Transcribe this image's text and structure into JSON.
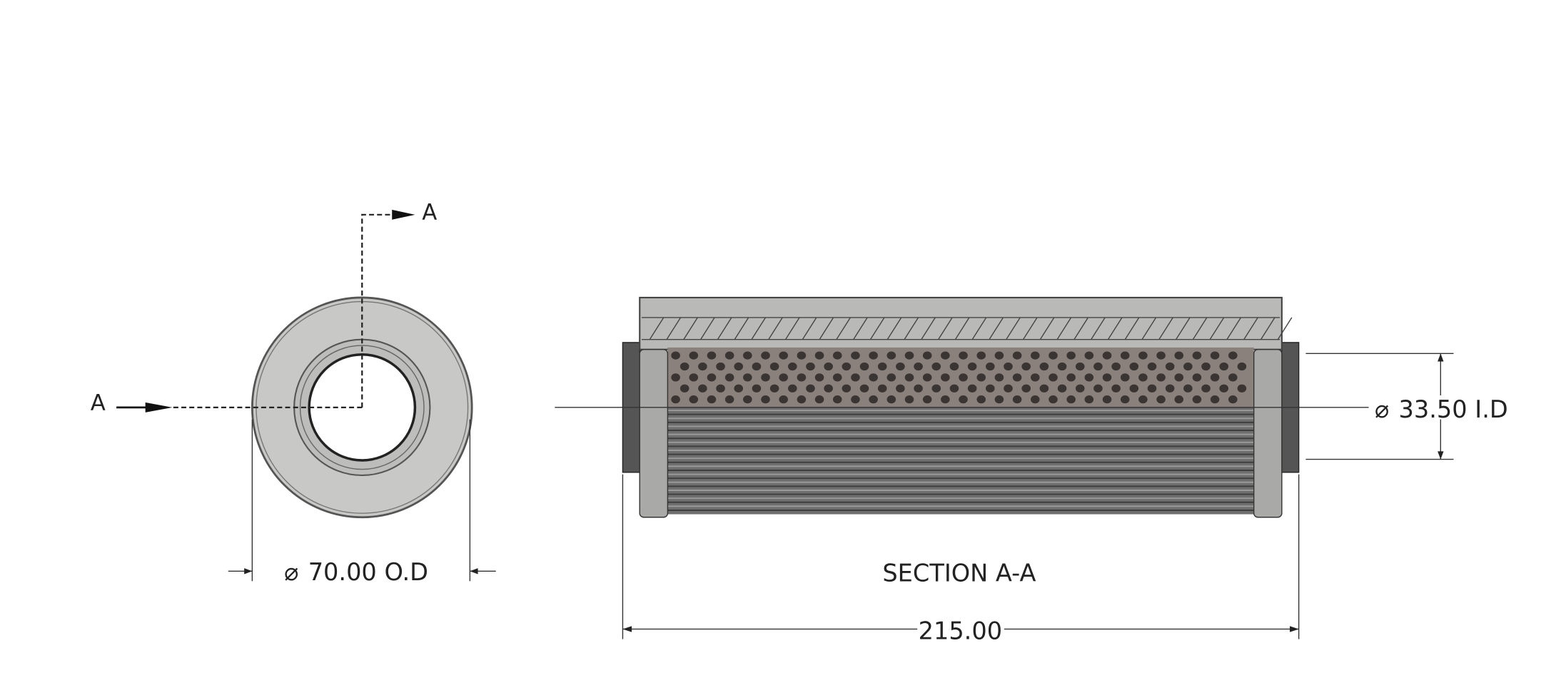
{
  "front_view": {
    "section_label_top": "A",
    "section_label_left": "A",
    "od_dimension": "70.00 O.D",
    "diameter_symbol": "⌀"
  },
  "section_view": {
    "title": "SECTION A-A",
    "id_dimension": "33.50 I.D",
    "diameter_symbol": "⌀",
    "length_dimension": "215.00"
  },
  "colors": {
    "body": "#c8c8c6",
    "outline": "#444444",
    "perforated": "#8a817c",
    "pleats": "#6e6e6e"
  }
}
